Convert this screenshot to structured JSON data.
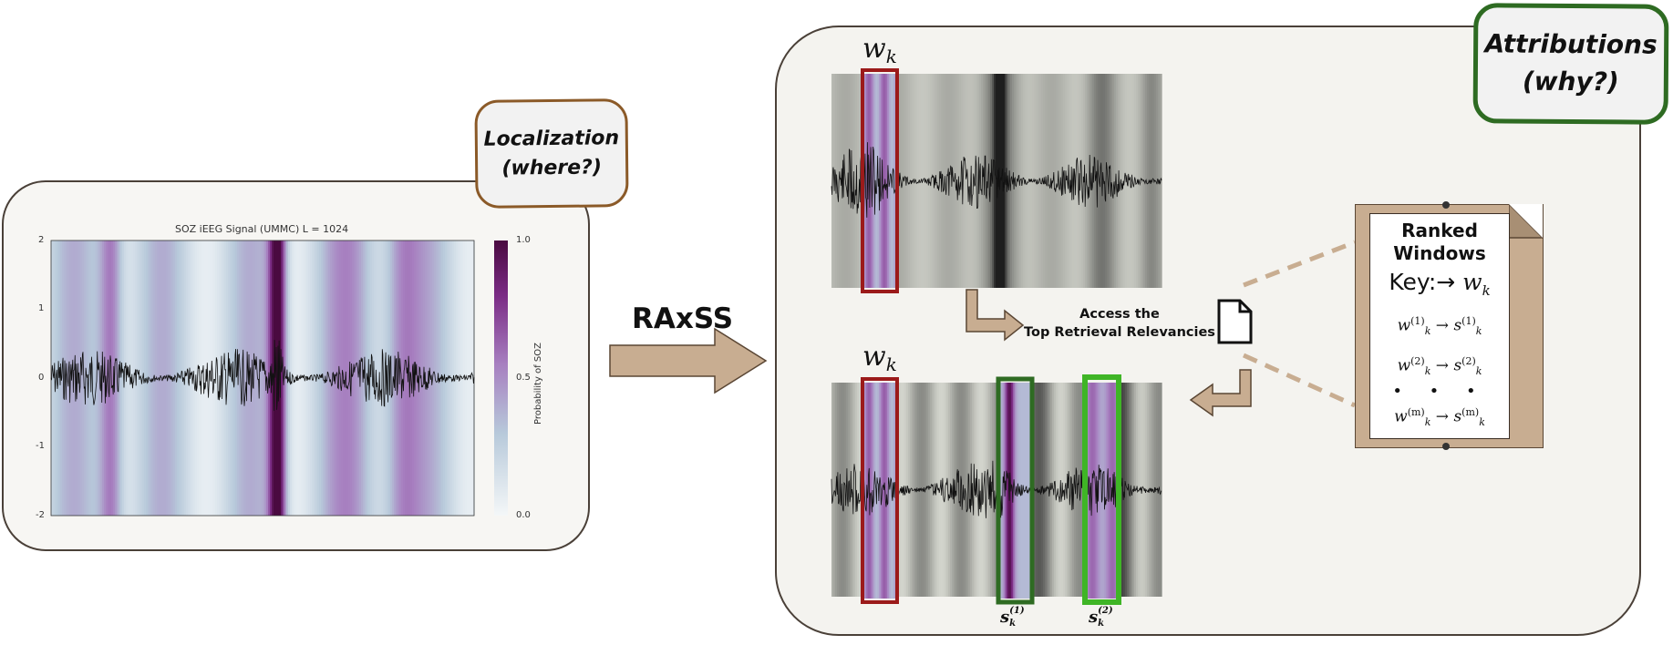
{
  "left_panel": {
    "callout": {
      "line1": "Localization",
      "line2": "(where?)"
    },
    "plot_title": "SOZ iEEG Signal (UMMC) L = 1024",
    "y_ticks": [
      "2",
      "1",
      "0",
      "-1",
      "-2"
    ],
    "colorbar_ticks": [
      "1.0",
      "0.5",
      "0.0"
    ],
    "colorbar_label": "Probability of SOZ"
  },
  "arrow_label": "RAxSS",
  "right_panel": {
    "callout": {
      "line1": "Attributions",
      "line2": "(why?)"
    },
    "window_label": {
      "base": "w",
      "sub": "k"
    },
    "access_text": {
      "line1": "Access the",
      "line2": "Top Retrieval Relevancies"
    },
    "retrieved_labels": [
      {
        "base": "s",
        "sup": "(1)",
        "sub": "k"
      },
      {
        "base": "s",
        "sup": "(2)",
        "sub": "k"
      }
    ],
    "document": {
      "title_line1": "Ranked",
      "title_line2": "Windows",
      "key_text": "Key:→",
      "key_var": {
        "base": "w",
        "sub": "k"
      },
      "rows": [
        {
          "w_sup": "(1)",
          "s_sup": "(1)"
        },
        {
          "w_sup": "(2)",
          "s_sup": "(2)"
        },
        {
          "w_sup": "(m)",
          "s_sup": "(m)"
        }
      ],
      "dots": "• • •"
    }
  },
  "colors": {
    "outline": "#4a4038",
    "panel_bg": "#f4f3ef",
    "localization_border": "#8b5a28",
    "attribution_border": "#2e6b22",
    "query_box": "#9b1a1a",
    "retrieval_box_1": "#2e6b22",
    "retrieval_box_2": "#3fb526",
    "arrow_fill": "#c8ad91",
    "soz_high": "#5a0a4a",
    "soz_mid": "#a77fc0",
    "soz_low": "#eef3f6"
  }
}
